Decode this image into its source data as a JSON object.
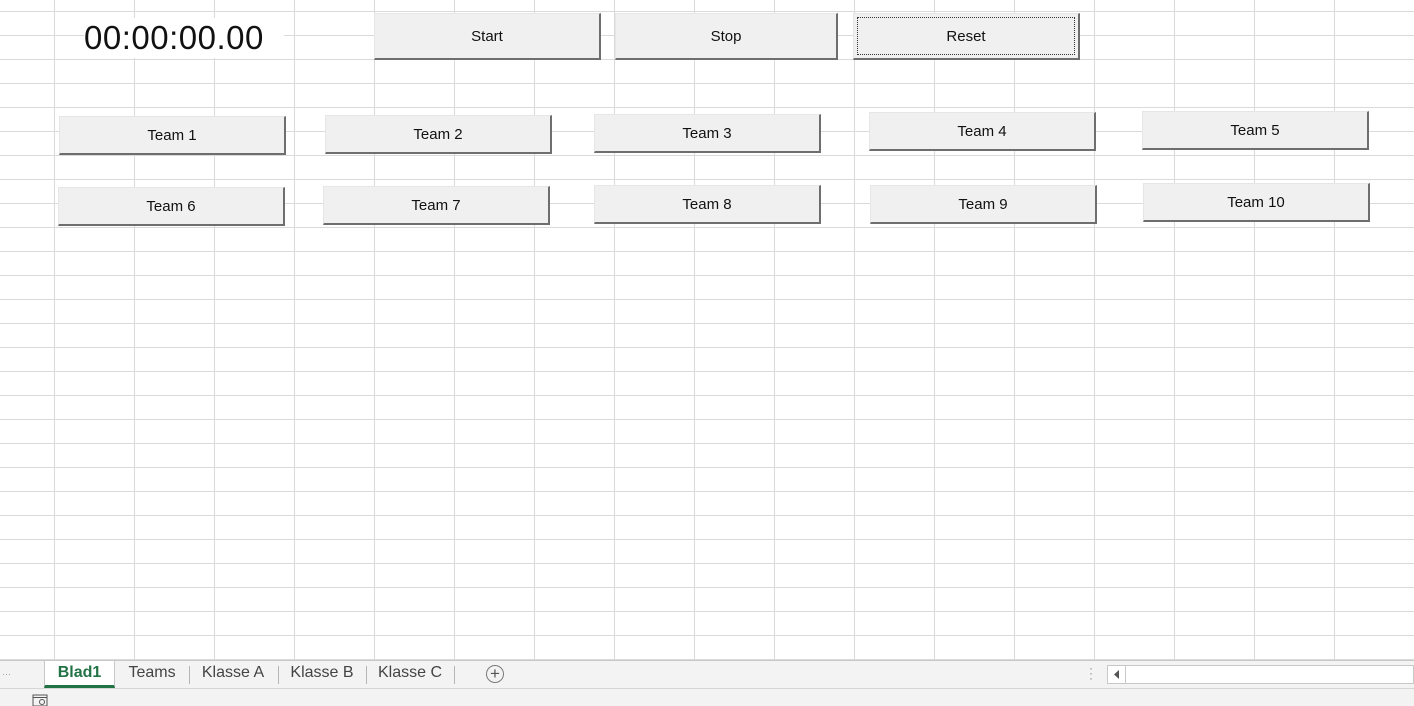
{
  "timer": {
    "value": "00:00:00.00"
  },
  "controls": {
    "start_label": "Start",
    "stop_label": "Stop",
    "reset_label": "Reset"
  },
  "teams": [
    "Team 1",
    "Team 2",
    "Team 3",
    "Team 4",
    "Team 5",
    "Team 6",
    "Team 7",
    "Team 8",
    "Team 9",
    "Team 10"
  ],
  "sheet_tabs": [
    {
      "label": "Blad1",
      "active": true
    },
    {
      "label": "Teams",
      "active": false
    },
    {
      "label": "Klasse A",
      "active": false
    },
    {
      "label": "Klasse B",
      "active": false
    },
    {
      "label": "Klasse C",
      "active": false
    }
  ],
  "icons": {
    "add_sheet": "plus-circle-icon",
    "scroll_left": "triangle-left-icon",
    "macro": "macro-record-icon"
  },
  "colors": {
    "active_tab": "#217346",
    "button_face": "#f0f0f0",
    "grid_line": "#dadada"
  }
}
